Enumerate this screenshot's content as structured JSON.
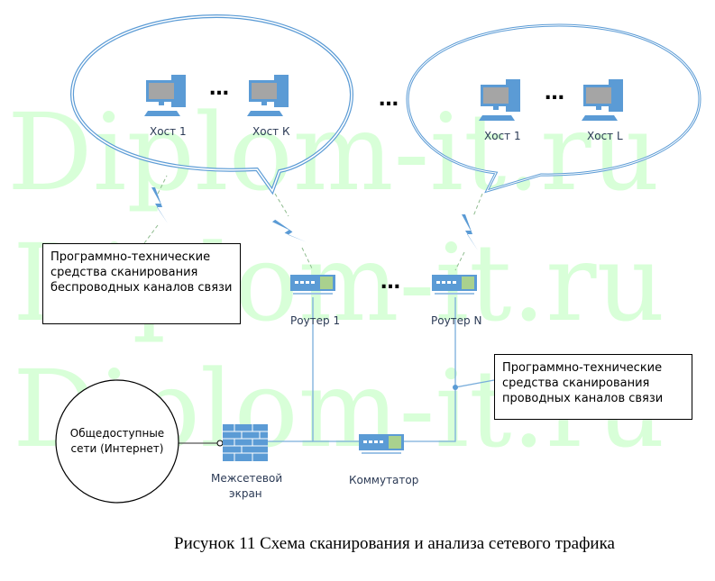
{
  "watermark": "Diplom-it.ru",
  "hosts_group1": [
    "Хост 1",
    "Хост К"
  ],
  "hosts_group2": [
    "Хост 1",
    "Хост L"
  ],
  "ellipsis": "…",
  "routers": [
    "Роутер 1",
    "Роутер N"
  ],
  "wireless_box": "Программно-технические средства сканирования беспроводных каналов связи",
  "wired_box": "Программно-технические средства сканирования проводных каналов связи",
  "internet": "Общедоступные сети (Интернет)",
  "firewall": [
    "Межсетевой",
    "экран"
  ],
  "switch": "Коммутатор",
  "caption": "Рисунок 11 Схема сканирования и анализа сетевого трафика",
  "colors": {
    "device": "#5b9bd5",
    "line": "#7aaedc",
    "watermark": "#ccffcc"
  }
}
